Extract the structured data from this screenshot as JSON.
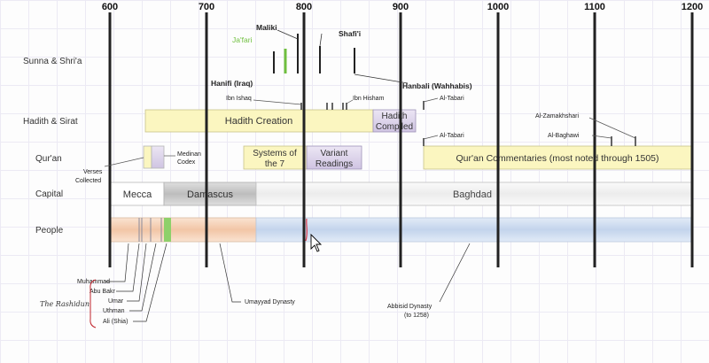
{
  "years": [
    "600",
    "700",
    "800",
    "900",
    "1000",
    "1100",
    "1200"
  ],
  "rows": {
    "sunna": "Sunna & Shri'a",
    "hadith": "Hadith & Sirat",
    "quran": "Qur'an",
    "capital": "Capital",
    "people": "People"
  },
  "sunna": {
    "maliki": "Maliki",
    "jafari": "Ja'fari",
    "shafii": "Shafi'i",
    "hanifi": "Hanifi (Iraq)",
    "hanbali": "Hanbali (Wahhabis)"
  },
  "hadith": {
    "ibn_ishaq": "Ibn Ishaq",
    "ibn_hisham": "Ibn Hisham",
    "al_tabari_1": "Al-Tabari",
    "creation": "Hadith Creation",
    "compiled_1": "Hadith",
    "compiled_2": "Compiled",
    "al_zamakhshari": "Al-Zamakhshari",
    "al_baghawi": "Al-Baghawi"
  },
  "quran": {
    "al_tabari_2": "Al-Tabari",
    "medinan_1": "Medinan",
    "medinan_2": "Codex",
    "verses_1": "Verses",
    "verses_2": "Collected",
    "systems_1": "Systems of",
    "systems_2": "the 7",
    "variant_1": "Variant",
    "variant_2": "Readings",
    "commentaries": "Qur'an Commentaries (most noted through 1505)"
  },
  "capital": {
    "mecca": "Mecca",
    "damascus": "Damascus",
    "baghdad": "Baghdad"
  },
  "people": {
    "muhammad": "Muhammad",
    "abu_bakr": "Abu Bakr",
    "umar": "Umar",
    "uthman": "Uthman",
    "ali": "Ali (Shia)",
    "rashidun": "The Rashidun",
    "umayyad": "Umayyad Dynasty",
    "abbasid_1": "Abbisid Dynasty",
    "abbasid_2": "(to 1258)"
  },
  "colors": {
    "hadith_fill": "#fbf6c0",
    "purple_fill": "#dcd4ea",
    "capital_mecca": "#ffffff",
    "capital_damascus": "#c8c8c8",
    "capital_baghdad": "#f0f0f0",
    "people_orange": "#f4d0b4",
    "people_blue": "#cfdcee",
    "people_green": "#8ed06a",
    "jafari_text": "#6fbf3e"
  }
}
